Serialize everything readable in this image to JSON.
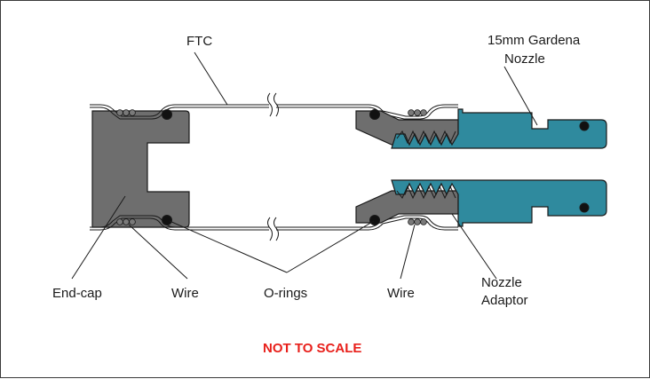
{
  "labels": {
    "ftc": "FTC",
    "nozzle_line1": "15mm Gardena",
    "nozzle_line2": "Nozzle",
    "end_cap": "End-cap",
    "wire_left": "Wire",
    "o_rings": "O-rings",
    "wire_right": "Wire",
    "adaptor_line1": "Nozzle",
    "adaptor_line2": "Adaptor"
  },
  "note": "NOT TO SCALE",
  "colors": {
    "end_cap_fill": "#6e6e6e",
    "nozzle_fill": "#2f8a9e",
    "outline": "#1a1a1a",
    "note": "#e8201b"
  }
}
